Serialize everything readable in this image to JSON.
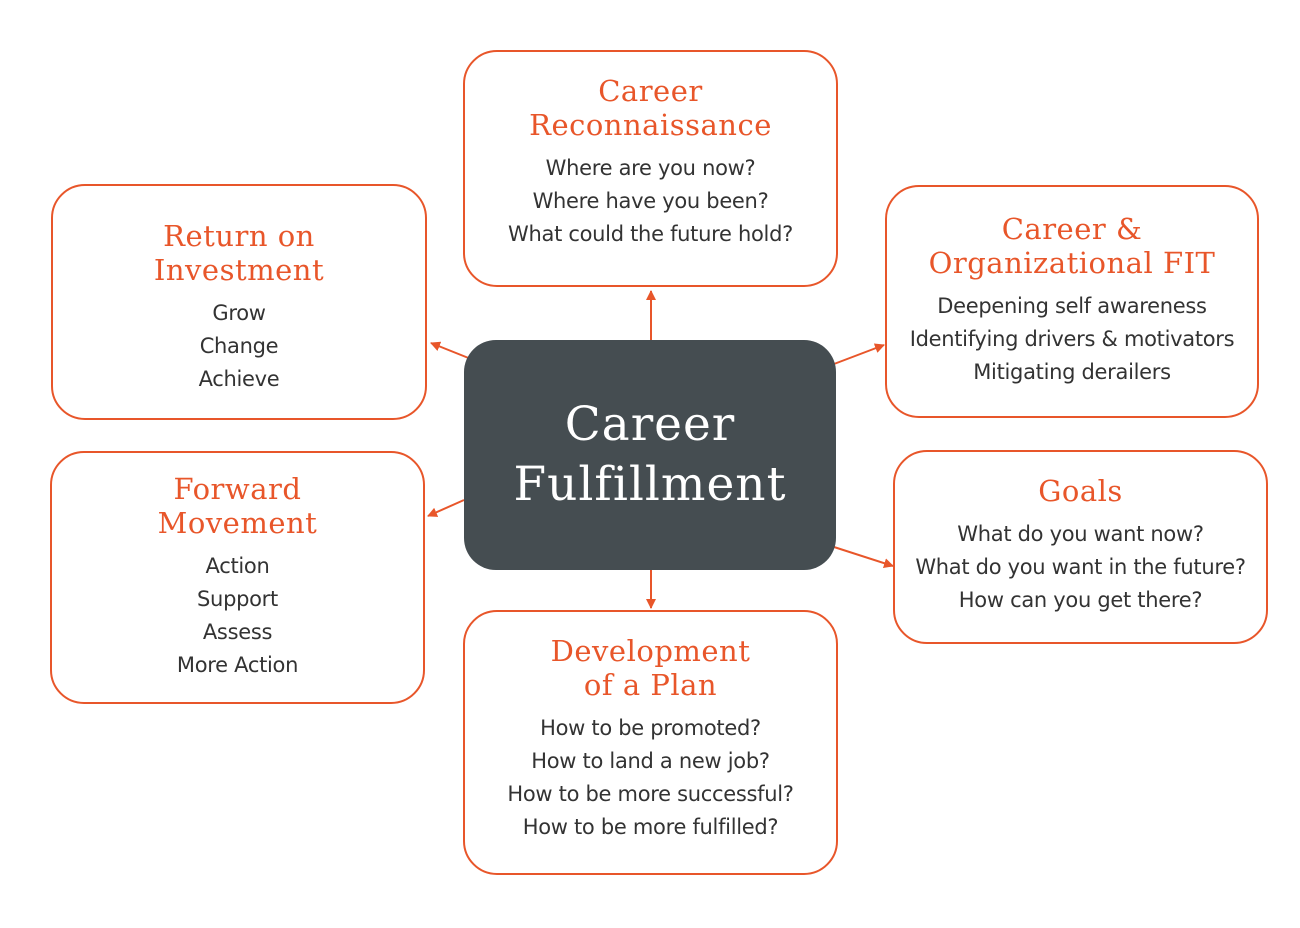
{
  "accent_color": "#e8562a",
  "center_color": "#454d51",
  "center": {
    "title": "Career\nFulfillment"
  },
  "nodes": [
    {
      "id": "career-reconnaissance",
      "title": "Career\nReconnaissance",
      "lines": [
        "Where are you now?",
        "Where have you been?",
        "What could the future hold?"
      ]
    },
    {
      "id": "return-on-investment",
      "title": "Return on\nInvestment",
      "lines": [
        "Grow",
        "Change",
        "Achieve"
      ]
    },
    {
      "id": "career-organizational-fit",
      "title": "Career &\nOrganizational FIT",
      "lines": [
        "Deepening self awareness",
        "Identifying drivers & motivators",
        "Mitigating derailers"
      ]
    },
    {
      "id": "forward-movement",
      "title": "Forward\nMovement",
      "lines": [
        "Action",
        "Support",
        "Assess",
        "More Action"
      ]
    },
    {
      "id": "goals",
      "title": "Goals",
      "lines": [
        "What do you want now?",
        "What do you want in the future?",
        "How can you get there?"
      ]
    },
    {
      "id": "development-of-a-plan",
      "title": "Development\nof a Plan",
      "lines": [
        "How to be promoted?",
        "How to land a new job?",
        "How to be more successful?",
        "How to be more fulfilled?"
      ]
    }
  ]
}
